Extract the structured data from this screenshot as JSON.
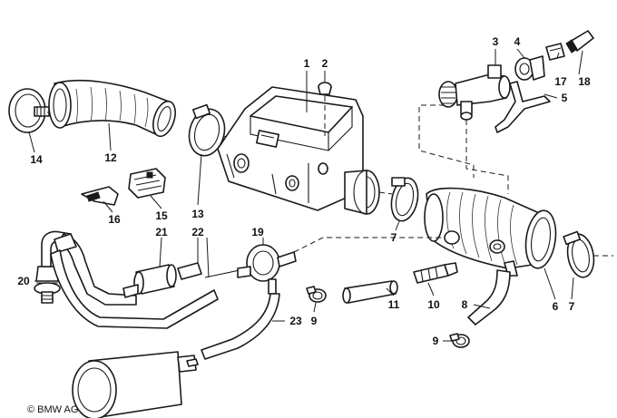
{
  "copyright": "© BMW AG",
  "callouts": [
    {
      "id": "1",
      "text": "1"
    },
    {
      "id": "2",
      "text": "2"
    },
    {
      "id": "3",
      "text": "3"
    },
    {
      "id": "4",
      "text": "4"
    },
    {
      "id": "5",
      "text": "5"
    },
    {
      "id": "6",
      "text": "6"
    },
    {
      "id": "7a",
      "text": "7"
    },
    {
      "id": "7b",
      "text": "7"
    },
    {
      "id": "8",
      "text": "8"
    },
    {
      "id": "9a",
      "text": "9"
    },
    {
      "id": "9b",
      "text": "9"
    },
    {
      "id": "10",
      "text": "10"
    },
    {
      "id": "11",
      "text": "11"
    },
    {
      "id": "12",
      "text": "12"
    },
    {
      "id": "13",
      "text": "13"
    },
    {
      "id": "14",
      "text": "14"
    },
    {
      "id": "15",
      "text": "15"
    },
    {
      "id": "16",
      "text": "16"
    },
    {
      "id": "17",
      "text": "17"
    },
    {
      "id": "18",
      "text": "18"
    },
    {
      "id": "19",
      "text": "19"
    },
    {
      "id": "20",
      "text": "20"
    },
    {
      "id": "21",
      "text": "21"
    },
    {
      "id": "22",
      "text": "22"
    },
    {
      "id": "23",
      "text": "23"
    }
  ]
}
